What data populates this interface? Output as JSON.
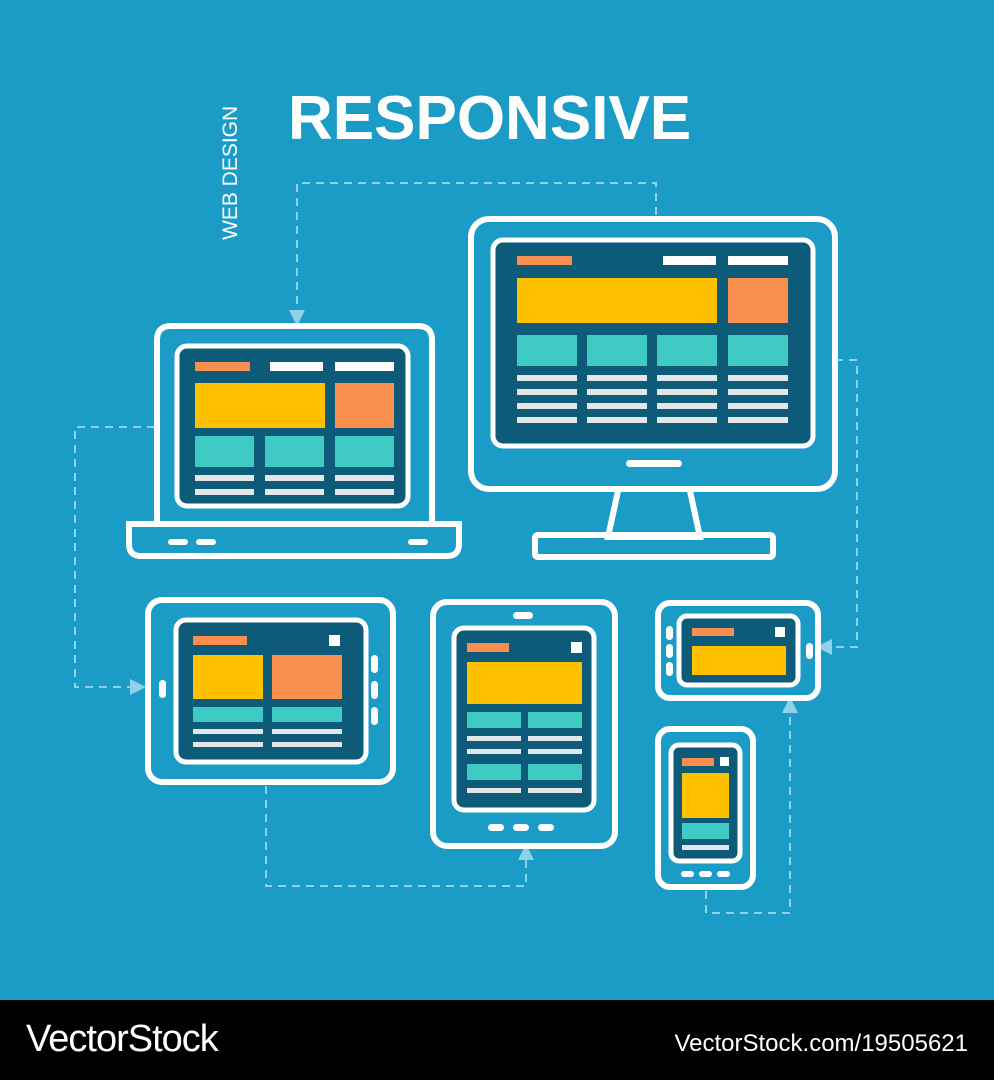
{
  "title": "RESPONSIVE",
  "subtitle": "WEB DESIGN",
  "footer": {
    "brand": "VectorStock",
    "credit": "VectorStock.com/19505621"
  },
  "colors": {
    "background": "#1b9cc6",
    "outline": "#ffffff",
    "screen": "#0e5a79",
    "orange": "#f98f4f",
    "yellow": "#ffc000",
    "teal": "#3fcbc4",
    "gray": "#e3e6e8",
    "arrow": "#8fd1e8"
  },
  "devices": [
    {
      "name": "desktop-monitor",
      "icon": "monitor-icon"
    },
    {
      "name": "laptop",
      "icon": "laptop-icon"
    },
    {
      "name": "tablet-landscape",
      "icon": "tablet-landscape-icon"
    },
    {
      "name": "tablet-portrait",
      "icon": "tablet-portrait-icon"
    },
    {
      "name": "phone-landscape",
      "icon": "phone-landscape-icon"
    },
    {
      "name": "phone-portrait",
      "icon": "phone-portrait-icon"
    }
  ]
}
